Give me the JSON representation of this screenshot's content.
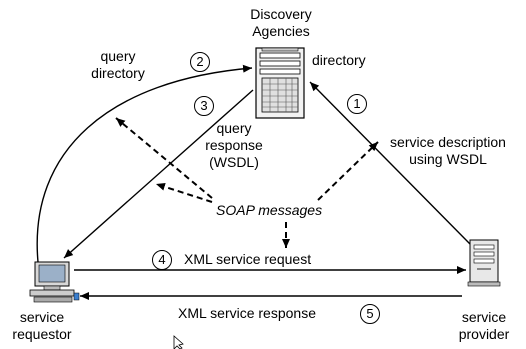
{
  "nodes": {
    "discovery": {
      "label_line1": "Discovery",
      "label_line2": "Agencies",
      "directory_label": "directory"
    },
    "requestor": {
      "label_line1": "service",
      "label_line2": "requestor"
    },
    "provider": {
      "label_line1": "service",
      "label_line2": "provider"
    }
  },
  "edges": {
    "query_directory": {
      "line1": "query",
      "line2": "directory",
      "step": "2"
    },
    "query_response": {
      "line1": "query",
      "line2": "response",
      "line3": "(WSDL)",
      "step": "3"
    },
    "service_description": {
      "line1": "service description",
      "line2": "using WSDL",
      "step": "1"
    },
    "xml_request": {
      "label": "XML service request",
      "step": "4"
    },
    "xml_response": {
      "label": "XML service response",
      "step": "5"
    }
  },
  "soap": {
    "label": "SOAP messages"
  }
}
